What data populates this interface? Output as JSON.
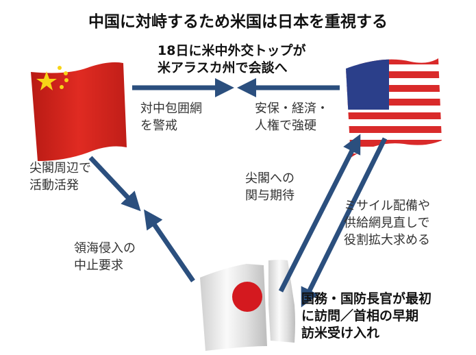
{
  "title": "中国に対峙するため米国は日本を重視する",
  "summit": {
    "line1": "18日に米中外交トップが",
    "line2": "米アラスカ州で会談へ"
  },
  "china_to_center": {
    "line1": "対中包囲網",
    "line2": "を警戒"
  },
  "us_to_center": {
    "line1": "安保・経済・",
    "line2": "人権で強硬"
  },
  "china_to_japan": {
    "line1": "尖閣周辺で",
    "line2": "活動活発"
  },
  "japan_to_china": {
    "line1": "領海侵入の",
    "line2": "中止要求"
  },
  "japan_to_us": {
    "line1": "尖閣への",
    "line2": "関与期待"
  },
  "us_to_japan": {
    "line1": "ミサイル配備や",
    "line2": "供給網見直しで",
    "line3": "役割拡大求める"
  },
  "japan_note": {
    "line1": "国務・国防長官が最初",
    "line2": "に訪問／首相の早期",
    "line3": "訪米受け入れ"
  },
  "flags": [
    "china-flag",
    "us-flag",
    "japan-flag"
  ],
  "colors": {
    "arrow": "#2b4f7e",
    "china_red": "#d7261e",
    "star": "#f7d417",
    "us_blue": "#2b3f8a",
    "japan_red": "#d4191f"
  }
}
